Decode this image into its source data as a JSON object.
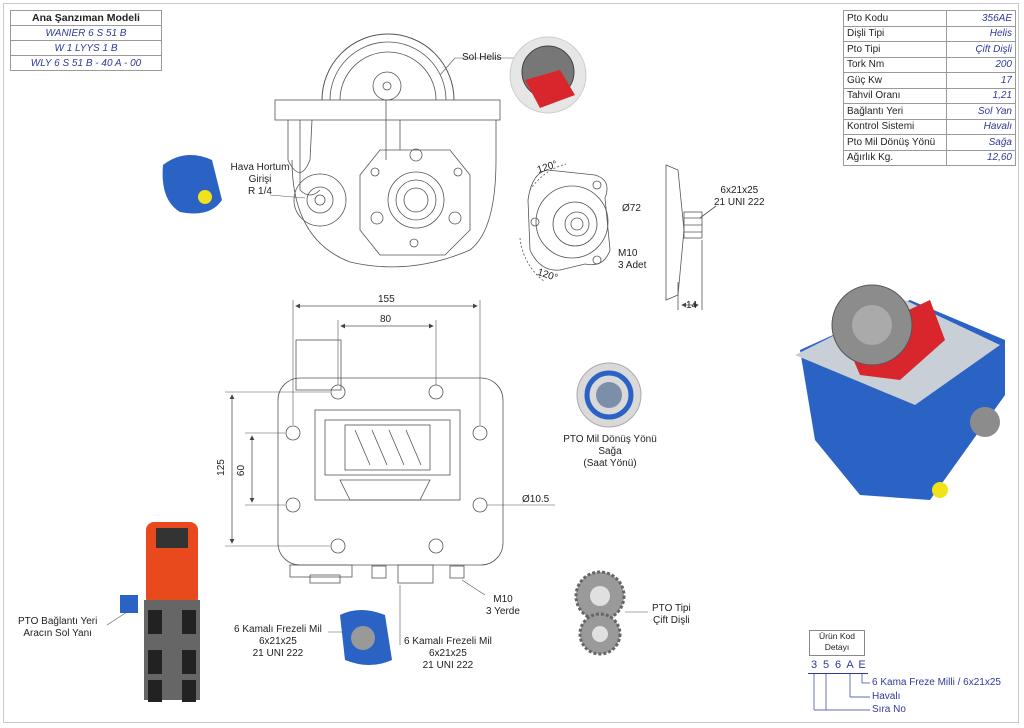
{
  "model_table": {
    "title": "Ana Şanzıman Modeli",
    "rows": [
      "WANIER 6 S 51 B",
      "W 1 LYYS 1 B",
      "WLY 6 S 51 B - 40 A - 00"
    ]
  },
  "spec_table": {
    "rows": [
      {
        "key": "Pto Kodu",
        "value": "356AE"
      },
      {
        "key": "Dişli Tipi",
        "value": "Helis"
      },
      {
        "key": "Pto Tipi",
        "value": "Çift Dişli"
      },
      {
        "key": "Tork Nm",
        "value": "200"
      },
      {
        "key": "Güç Kw",
        "value": "17"
      },
      {
        "key": "Tahvil Oranı",
        "value": "1,21"
      },
      {
        "key": "Bağlantı Yeri",
        "value": "Sol Yan"
      },
      {
        "key": "Kontrol Sistemi",
        "value": "Havalı"
      },
      {
        "key": "Pto Mil Dönüş Yönü",
        "value": "Sağa"
      },
      {
        "key": "Ağırlık Kg.",
        "value": "12,60"
      }
    ]
  },
  "labels": {
    "sol_helis": "Sol Helis",
    "hava_line1": "Hava Hortum",
    "hava_line2": "Girişi",
    "hava_line3": "R 1/4",
    "dim_155": "155",
    "dim_80": "80",
    "dim_125": "125",
    "dim_60": "60",
    "dim_d105": "Ø10.5",
    "dim_d72": "Ø72",
    "angle_top": "120°",
    "angle_bottom": "120°",
    "m10_adet_1": "M10",
    "m10_adet_2": "3 Adet",
    "spline_1": "6x21x25",
    "spline_2": "21 UNI 222",
    "dim_14": "14",
    "rot_1": "PTO Mil Dönüş Yönü",
    "rot_2": "Sağa",
    "rot_3": "(Saat Yönü)",
    "m10_yerde_1": "M10",
    "m10_yerde_2": "3 Yerde",
    "kamali_a_1": "6 Kamalı Frezeli Mil",
    "kamali_a_2": "6x21x25",
    "kamali_a_3": "21 UNI 222",
    "kamali_b_1": "6 Kamalı Frezeli Mil",
    "kamali_b_2": "6x21x25",
    "kamali_b_3": "21 UNI 222",
    "pto_tipi_1": "PTO Tipi",
    "pto_tipi_2": "Çift Dişli",
    "baglanti_1": "PTO Bağlantı Yeri",
    "baglanti_2": "Aracın Sol Yanı"
  },
  "product_code": {
    "title_1": "Ürün Kod",
    "title_2": "Detayı",
    "letters": [
      "3",
      "5",
      "6",
      "A",
      "E"
    ],
    "note_e": "6 Kama Freze Milli / 6x21x25",
    "note_a": "Havalı",
    "note_seq": "Sıra No"
  },
  "colors": {
    "blue_housing": "#2a63c4",
    "red_part": "#d8262c",
    "table_value": "#2f3a9a",
    "yellow_plug": "#f2e21a"
  }
}
